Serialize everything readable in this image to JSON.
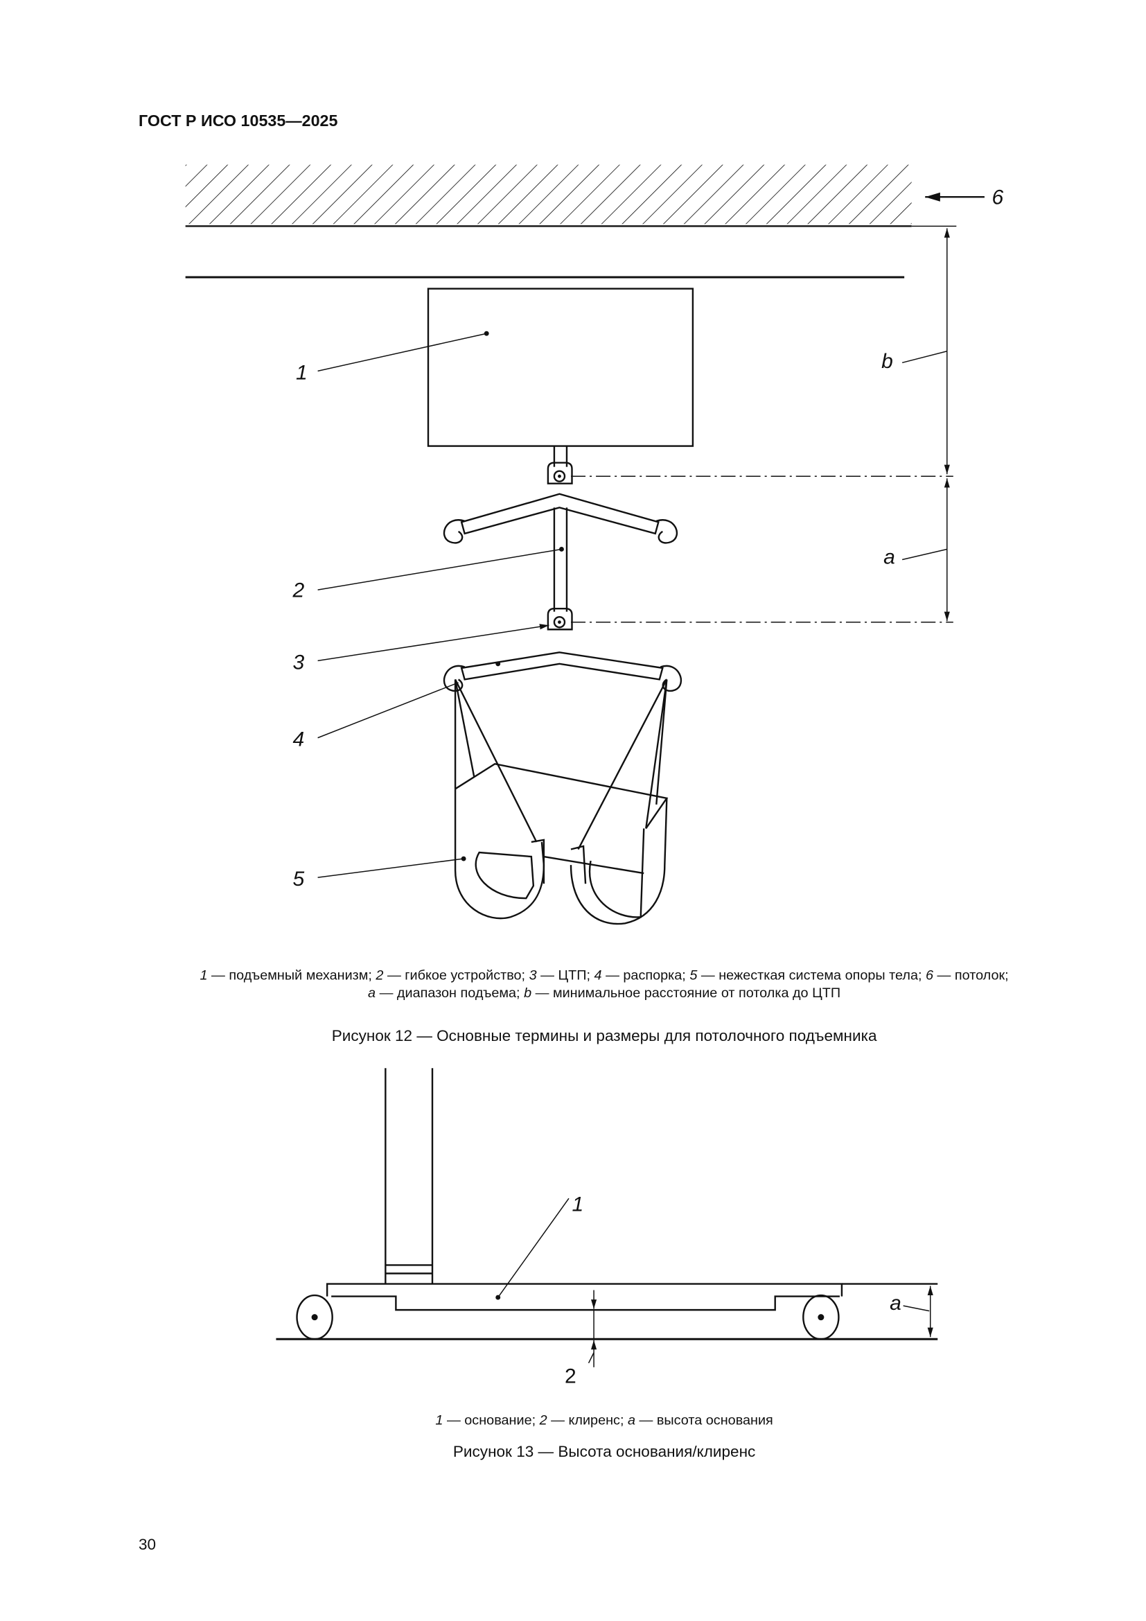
{
  "header": {
    "doc_id": "ГОСТ Р ИСО 10535—2025"
  },
  "figure12": {
    "labels": {
      "l1": "1",
      "l2": "2",
      "l3": "3",
      "l4": "4",
      "l5": "5",
      "l6": "6",
      "a": "a",
      "b": "b"
    },
    "legend_line1": [
      {
        "key": "1",
        "desc": " — подъемный механизм; "
      },
      {
        "key": "2",
        "desc": " — гибкое устройство; "
      },
      {
        "key": "3",
        "desc": " — ЦТП; "
      },
      {
        "key": "4",
        "desc": " — распорка; "
      },
      {
        "key": "5",
        "desc": " — нежесткая система опоры тела; "
      },
      {
        "key": "6",
        "desc": " — потолок;"
      }
    ],
    "legend_line2": [
      {
        "key": "a",
        "desc": " — диапазон подъема; "
      },
      {
        "key": "b",
        "desc": " — минимальное расстояние от потолка до ЦТП"
      }
    ],
    "caption": "Рисунок 12 — Основные термины и размеры для потолочного подъемника"
  },
  "figure13": {
    "labels": {
      "l1": "1",
      "l2": "2",
      "a": "a"
    },
    "legend": [
      {
        "key": "1",
        "desc": " — основание; "
      },
      {
        "key": "2",
        "desc": " — клиренс; "
      },
      {
        "key": "a",
        "desc": " — высота основания"
      }
    ],
    "caption": "Рисунок 13 — Высота основания/клиренс"
  },
  "footer": {
    "page_number": "30"
  }
}
